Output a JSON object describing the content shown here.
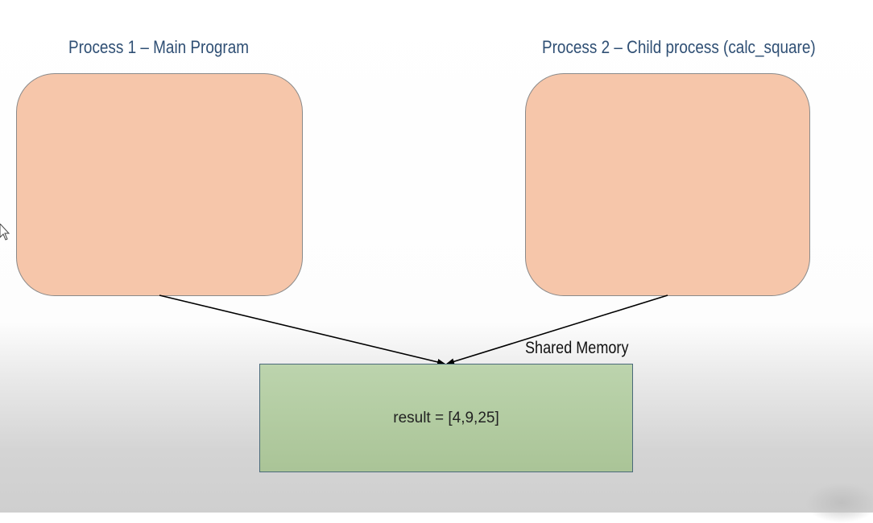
{
  "process1": {
    "title": "Process 1 – Main Program"
  },
  "process2": {
    "title": "Process 2 – Child process (calc_square)"
  },
  "shared_memory": {
    "label": "Shared Memory",
    "content": "result = [4,9,25]"
  },
  "colors": {
    "title_text": "#2f4f74",
    "process_fill": "#f6c6aa",
    "shared_fill": "#b3cca2",
    "arrow": "#000000"
  },
  "icons": [
    "mouse-pointer-icon"
  ]
}
